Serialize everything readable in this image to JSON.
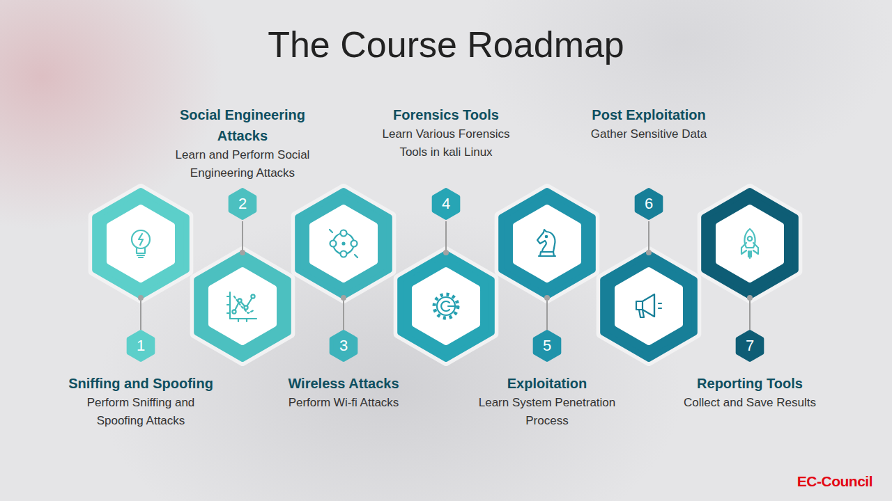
{
  "diagram": {
    "title": "The Course Roadmap",
    "nodes": [
      {
        "text": [
          "1",
          "Sniffing and Spoofing",
          "Perform Sniffing and Spoofing Attacks"
        ]
      },
      {
        "text": [
          "2",
          "Social Engineering Attacks",
          "Learn and Perform Social Engineering Attacks"
        ]
      },
      {
        "text": [
          "3",
          "Wireless Attacks",
          "Perform Wi-fi Attacks"
        ]
      },
      {
        "text": [
          "4",
          "Forensics Tools",
          "Learn Various Forensics Tools in kali Linux"
        ]
      },
      {
        "text": [
          "5",
          "Exploitation",
          "Learn System Penetration Process"
        ]
      },
      {
        "text": [
          "6",
          "Post Exploitation",
          "Gather Sensitive Data"
        ]
      },
      {
        "text": [
          "7",
          "Reporting Tools",
          "Collect and Save Results"
        ]
      }
    ],
    "labels": [
      "EC-Council"
    ]
  }
}
